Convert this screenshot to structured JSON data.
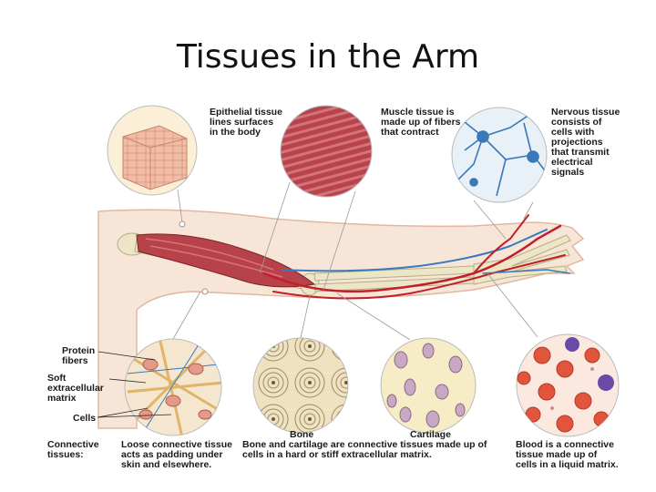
{
  "title": "Tissues in the Arm",
  "labels": {
    "epithelial": "Epithelial tissue\nlines surfaces\nin the body",
    "muscle": "Muscle tissue is\nmade up of fibers\nthat contract",
    "nervous": "Nervous tissue\nconsists of\ncells with\nprojections\nthat transmit\nelectrical\nsignals",
    "protein_fibers": "Protein\nfibers",
    "soft_matrix": "Soft\nextracellular\nmatrix",
    "cells": "Cells",
    "connective_tissues": "Connective\ntissues:",
    "loose_connective": "Loose connective tissue\nacts as padding under\nskin and elsewhere.",
    "bone": "Bone",
    "cartilage": "Cartilage",
    "bone_cartilage_caption": "Bone and cartilage are connective tissues made up of\ncells in a hard or stiff extracellular matrix.",
    "blood": "Blood is a connective\ntissue made up of\ncells in a liquid matrix."
  },
  "colors": {
    "skin": "#f6e0d0",
    "skin_edge": "#e6b9a3",
    "muscle": "#b8424a",
    "bone": "#e8e3c8",
    "artery": "#c0202a",
    "vein": "#3a78c0",
    "nerve_bg": "#e7f1f7",
    "neuron": "#3a78b8"
  }
}
